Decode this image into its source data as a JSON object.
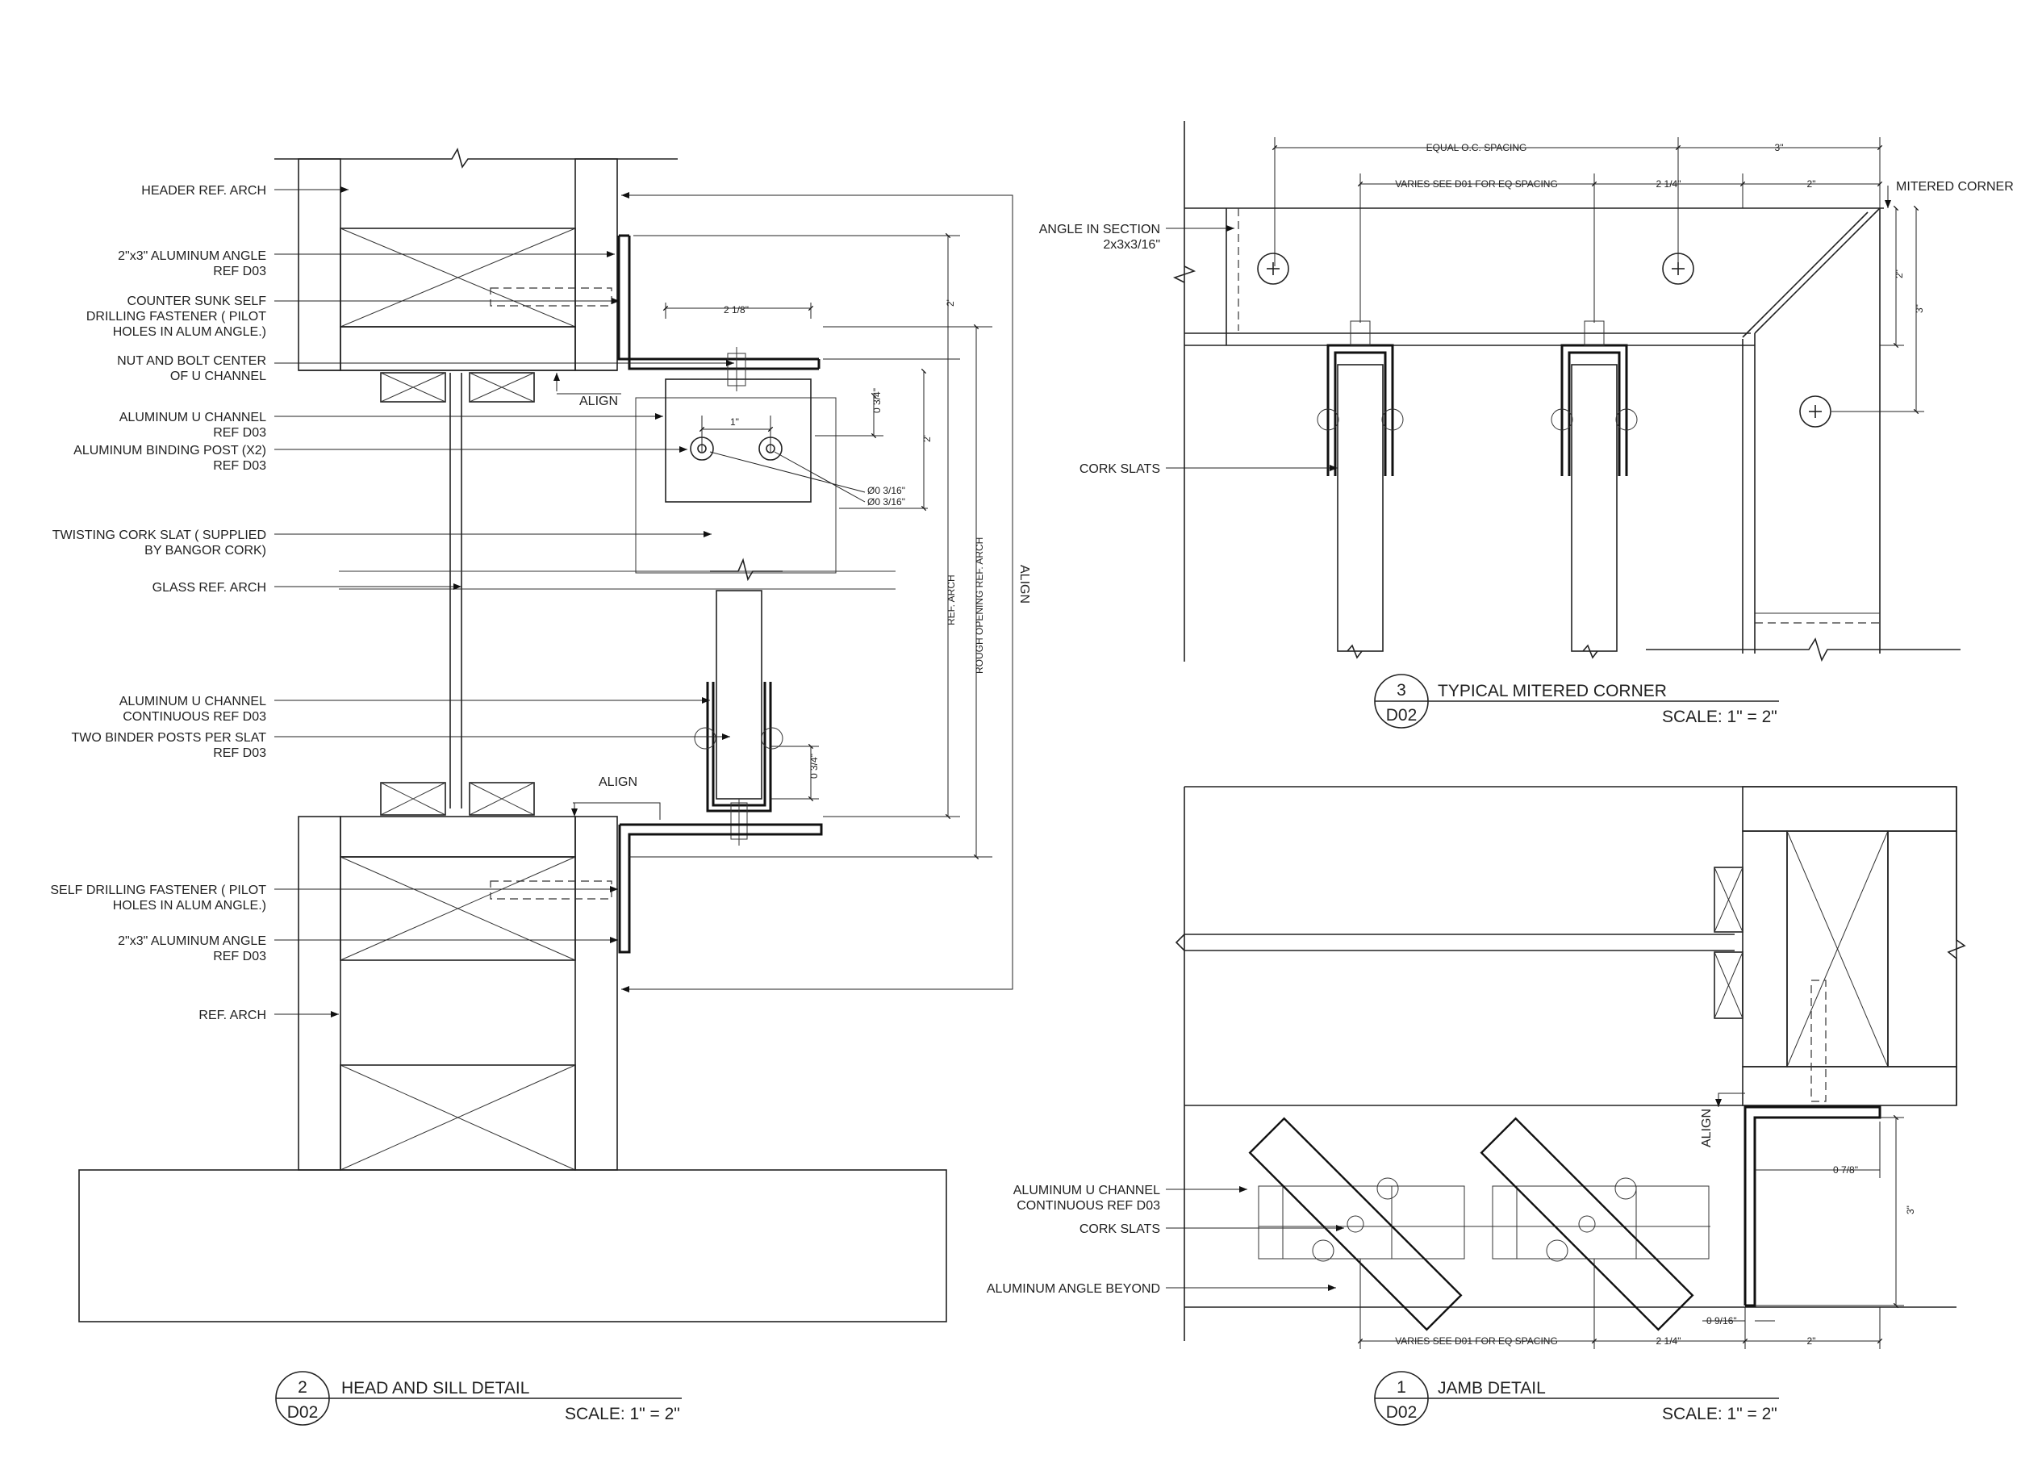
{
  "details": [
    {
      "id": "head-sill",
      "number": "2",
      "sheet": "D02",
      "title": "HEAD AND SILL DETAIL",
      "scale": "SCALE: 1\" = 2\""
    },
    {
      "id": "mitered-corner",
      "number": "3",
      "sheet": "D02",
      "title": "TYPICAL MITERED CORNER",
      "scale": "SCALE: 1\" = 2\""
    },
    {
      "id": "jamb",
      "number": "1",
      "sheet": "D02",
      "title": "JAMB DETAIL",
      "scale": "SCALE: 1\" = 2\""
    }
  ],
  "head_sill": {
    "labels": [
      [
        "HEADER REF. ARCH"
      ],
      [
        "2\"x3\" ALUMINUM ANGLE",
        "REF D03"
      ],
      [
        "COUNTER SUNK SELF",
        "DRILLING FASTENER ( PILOT",
        "HOLES IN ALUM ANGLE.)"
      ],
      [
        "NUT AND BOLT CENTER",
        "OF U CHANNEL"
      ],
      [
        "ALUMINUM U CHANNEL",
        "REF D03"
      ],
      [
        "ALUMINUM BINDING POST (X2)",
        "REF D03"
      ],
      [
        "TWISTING CORK SLAT ( SUPPLIED",
        "BY BANGOR CORK)"
      ],
      [
        "GLASS REF. ARCH"
      ],
      [
        "ALUMINUM U CHANNEL",
        "CONTINUOUS REF D03"
      ],
      [
        "TWO BINDER POSTS PER SLAT",
        "REF D03"
      ],
      [
        "SELF DRILLING FASTENER ( PILOT",
        "HOLES IN ALUM ANGLE.)"
      ],
      [
        "2\"x3\" ALUMINUM ANGLE",
        "REF D03"
      ],
      [
        "REF. ARCH"
      ]
    ],
    "align_top": "ALIGN",
    "align_bottom": "ALIGN",
    "align_vertical": "ALIGN",
    "dims": {
      "width_2_1_8": "2 1/8\"",
      "spacing_1": "1\"",
      "d_0_3_4_top": "0 3/4\"",
      "d_2_inner": "2'",
      "d_2_outer": "2'",
      "hole_1": "Ø0 3/16\"",
      "hole_2": "Ø0 3/16\"",
      "d_0_3_4_bottom": "0 3/4\"",
      "ref_arch": "REF. ARCH",
      "rough_opening": "ROUGH OPENING REF. ARCH"
    }
  },
  "mitered": {
    "labels": [
      [
        "ANGLE IN SECTION",
        "2x3x3/16\""
      ],
      [
        "CORK SLATS"
      ]
    ],
    "mitered_corner": "MITERED CORNER",
    "dims": {
      "equal_oc": "EQUAL O.C. SPACING",
      "three_top": "3\"",
      "varies": "VARIES SEE D01 FOR EQ SPACING",
      "two_quarter": "2 1/4\"",
      "two_in": "2\"",
      "two_vert": "2\"",
      "three_vert": "3\""
    }
  },
  "jamb": {
    "labels": [
      [
        "ALUMINUM U CHANNEL",
        "CONTINUOUS REF D03"
      ],
      [
        "CORK SLATS"
      ],
      [
        "ALUMINUM ANGLE BEYOND"
      ]
    ],
    "align": "ALIGN",
    "dims": {
      "seven_eighths": "0 7/8\"",
      "three_vert": "3\"",
      "nine_sixteenths": "0 9/16\"",
      "varies": "VARIES SEE D01 FOR EQ SPACING",
      "two_quarter": "2 1/4\"",
      "two_in": "2\""
    }
  }
}
